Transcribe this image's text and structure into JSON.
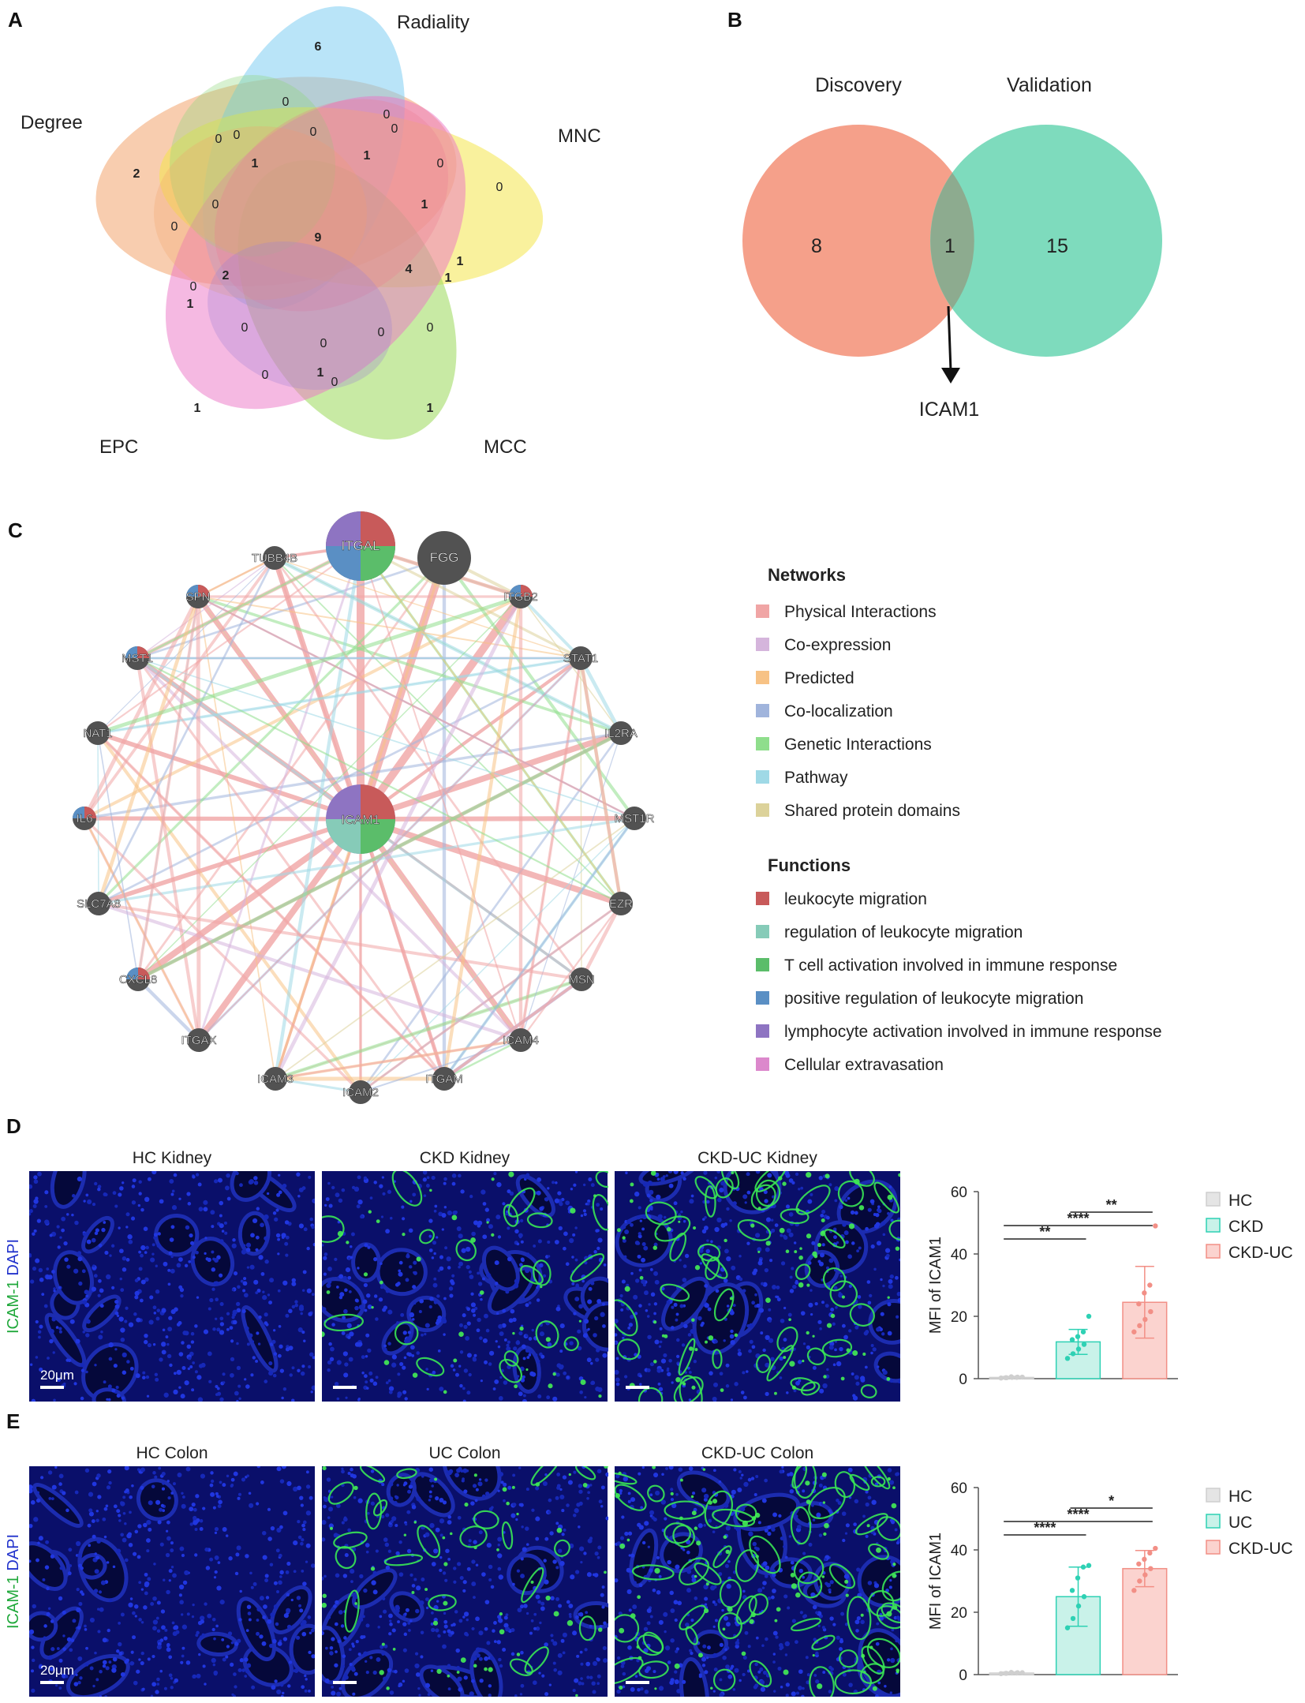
{
  "panelA": {
    "label": "A",
    "sets": [
      {
        "name": "Degree",
        "color": "#f2a46d"
      },
      {
        "name": "Radiality",
        "color": "#7fcdf2"
      },
      {
        "name": "MNC",
        "color": "#f4e64c"
      },
      {
        "name": "MCC",
        "color": "#9bd95a"
      },
      {
        "name": "EPC",
        "color": "#ec73c6"
      }
    ],
    "inner_set_colors": [
      "#8fd67a",
      "#f2a46d",
      "#ec7f93",
      "#9f82d4"
    ],
    "region_counts": [
      {
        "value": "6",
        "bold": true
      },
      {
        "value": "0",
        "bold": false
      },
      {
        "value": "0",
        "bold": false
      },
      {
        "value": "0",
        "bold": false
      },
      {
        "value": "0",
        "bold": false
      },
      {
        "value": "0",
        "bold": false
      },
      {
        "value": "0",
        "bold": false
      },
      {
        "value": "1",
        "bold": true
      },
      {
        "value": "1",
        "bold": true
      },
      {
        "value": "0",
        "bold": false
      },
      {
        "value": "0",
        "bold": false
      },
      {
        "value": "2",
        "bold": true
      },
      {
        "value": "0",
        "bold": false
      },
      {
        "value": "0",
        "bold": false
      },
      {
        "value": "1",
        "bold": true
      },
      {
        "value": "9",
        "bold": true
      },
      {
        "value": "2",
        "bold": true
      },
      {
        "value": "4",
        "bold": true
      },
      {
        "value": "1",
        "bold": true
      },
      {
        "value": "1",
        "bold": true
      },
      {
        "value": "0",
        "bold": false
      },
      {
        "value": "1",
        "bold": true
      },
      {
        "value": "0",
        "bold": false
      },
      {
        "value": "0",
        "bold": false
      },
      {
        "value": "0",
        "bold": false
      },
      {
        "value": "0",
        "bold": false
      },
      {
        "value": "0",
        "bold": false
      },
      {
        "value": "1",
        "bold": true
      },
      {
        "value": "0",
        "bold": false
      },
      {
        "value": "1",
        "bold": true
      },
      {
        "value": "1",
        "bold": true
      }
    ]
  },
  "panelB": {
    "label": "B",
    "sets": [
      {
        "name": "Discovery",
        "color": "#f5a08a"
      },
      {
        "name": "Validation",
        "color": "#7edbbd"
      }
    ],
    "overlap_color": "#8dab8f",
    "left_only": "8",
    "overlap": "1",
    "right_only": "15",
    "arrow_label": "ICAM1"
  },
  "panelC": {
    "label": "C",
    "center_node": "ICAM1",
    "nodes": [
      {
        "name": "ITGAL",
        "big": true
      },
      {
        "name": "FGG",
        "big": true
      },
      {
        "name": "ITGB2"
      },
      {
        "name": "STAT1"
      },
      {
        "name": "IL2RA"
      },
      {
        "name": "MST1R"
      },
      {
        "name": "EZR"
      },
      {
        "name": "MSN"
      },
      {
        "name": "ICAM4"
      },
      {
        "name": "ITGAM"
      },
      {
        "name": "ICAM2"
      },
      {
        "name": "ICAM3"
      },
      {
        "name": "ITGAX"
      },
      {
        "name": "CXCL8"
      },
      {
        "name": "SLC7A8"
      },
      {
        "name": "IL6"
      },
      {
        "name": "NAT1"
      },
      {
        "name": "MST1"
      },
      {
        "name": "SPN"
      },
      {
        "name": "TUBB4B"
      }
    ],
    "legend": {
      "networks_title": "Networks",
      "networks": [
        {
          "label": "Physical Interactions",
          "color": "#f0a5a5"
        },
        {
          "label": "Co-expression",
          "color": "#d5b5dc"
        },
        {
          "label": "Predicted",
          "color": "#f7c285"
        },
        {
          "label": "Co-localization",
          "color": "#a0b4dc"
        },
        {
          "label": "Genetic Interactions",
          "color": "#8fde8c"
        },
        {
          "label": "Pathway",
          "color": "#9fd9e6"
        },
        {
          "label": "Shared protein domains",
          "color": "#dcd29a"
        }
      ],
      "functions_title": "Functions",
      "functions": [
        {
          "label": "leukocyte migration",
          "color": "#c85a5a"
        },
        {
          "label": "regulation of leukocyte migration",
          "color": "#86cbb8"
        },
        {
          "label": "T cell activation involved in immune response",
          "color": "#5bbd6a"
        },
        {
          "label": "positive regulation of leukocyte migration",
          "color": "#5a8fc4"
        },
        {
          "label": "lymphocyte activation involved in immune response",
          "color": "#8e74c2"
        },
        {
          "label": "Cellular extravasation",
          "color": "#dc88cc"
        }
      ]
    }
  },
  "panelD": {
    "label": "D",
    "stain_label_green": "ICAM-1",
    "stain_label_blue": "DAPI",
    "scale_bar": "20μm",
    "images": [
      {
        "title": "HC Kidney",
        "signal": 0
      },
      {
        "title": "CKD Kidney",
        "signal": 0.35
      },
      {
        "title": "CKD-UC Kidney",
        "signal": 0.75
      }
    ],
    "significance": [
      "**",
      "****",
      "**"
    ]
  },
  "panelE": {
    "label": "E",
    "stain_label_green": "ICAM-1",
    "stain_label_blue": "DAPI",
    "scale_bar": "20μm",
    "images": [
      {
        "title": "HC Colon",
        "signal": 0
      },
      {
        "title": "UC Colon",
        "signal": 0.45
      },
      {
        "title": "CKD-UC Colon",
        "signal": 0.8
      }
    ],
    "significance": [
      "****",
      "****",
      "*"
    ]
  },
  "chart_data": [
    {
      "type": "bar",
      "panel": "D",
      "categories": [
        "HC",
        "CKD",
        "CKD-UC"
      ],
      "values": [
        0.4,
        11.8,
        24.5
      ],
      "errors": [
        0.3,
        4.0,
        11.5
      ],
      "points": [
        [
          0.2,
          0.3,
          0.4,
          0.5,
          0.3,
          0.6,
          0.4,
          0.5
        ],
        [
          6.5,
          8.0,
          9.5,
          11.0,
          12.5,
          13.5,
          15.0,
          20.0
        ],
        [
          15.0,
          17.0,
          19.0,
          21.5,
          24.0,
          27.5,
          30.0,
          49.0
        ]
      ],
      "colors": [
        "#cfcfcf",
        "#2ed1b4",
        "#f28f86"
      ],
      "fills": [
        "#e5e5e5",
        "#c9f2e9",
        "#fbd3cf"
      ],
      "ylabel": "MFI of ICAM1",
      "ylim": [
        0,
        60
      ],
      "yticks": [
        "0",
        "20",
        "40",
        "60"
      ],
      "legend": [
        "HC",
        "CKD",
        "CKD-UC"
      ],
      "comparisons": [
        "**",
        "****",
        "**"
      ]
    },
    {
      "type": "bar",
      "panel": "E",
      "categories": [
        "HC",
        "UC",
        "CKD-UC"
      ],
      "values": [
        0.5,
        25.0,
        34.0
      ],
      "errors": [
        0.3,
        9.5,
        5.8
      ],
      "points": [
        [
          0.3,
          0.4,
          0.5,
          0.6,
          0.4,
          0.7,
          0.5,
          0.6
        ],
        [
          15.0,
          18.0,
          22.0,
          25.0,
          27.0,
          31.0,
          34.5,
          35.0
        ],
        [
          27.0,
          30.0,
          32.0,
          34.0,
          35.5,
          37.0,
          39.0,
          40.5
        ]
      ],
      "colors": [
        "#cfcfcf",
        "#2ed1b4",
        "#f28f86"
      ],
      "fills": [
        "#e5e5e5",
        "#c9f2e9",
        "#fbd3cf"
      ],
      "ylabel": "MFI of ICAM1",
      "ylim": [
        0,
        60
      ],
      "yticks": [
        "0",
        "20",
        "40",
        "60"
      ],
      "legend": [
        "HC",
        "UC",
        "CKD-UC"
      ],
      "comparisons": [
        "****",
        "****",
        "*"
      ]
    }
  ]
}
